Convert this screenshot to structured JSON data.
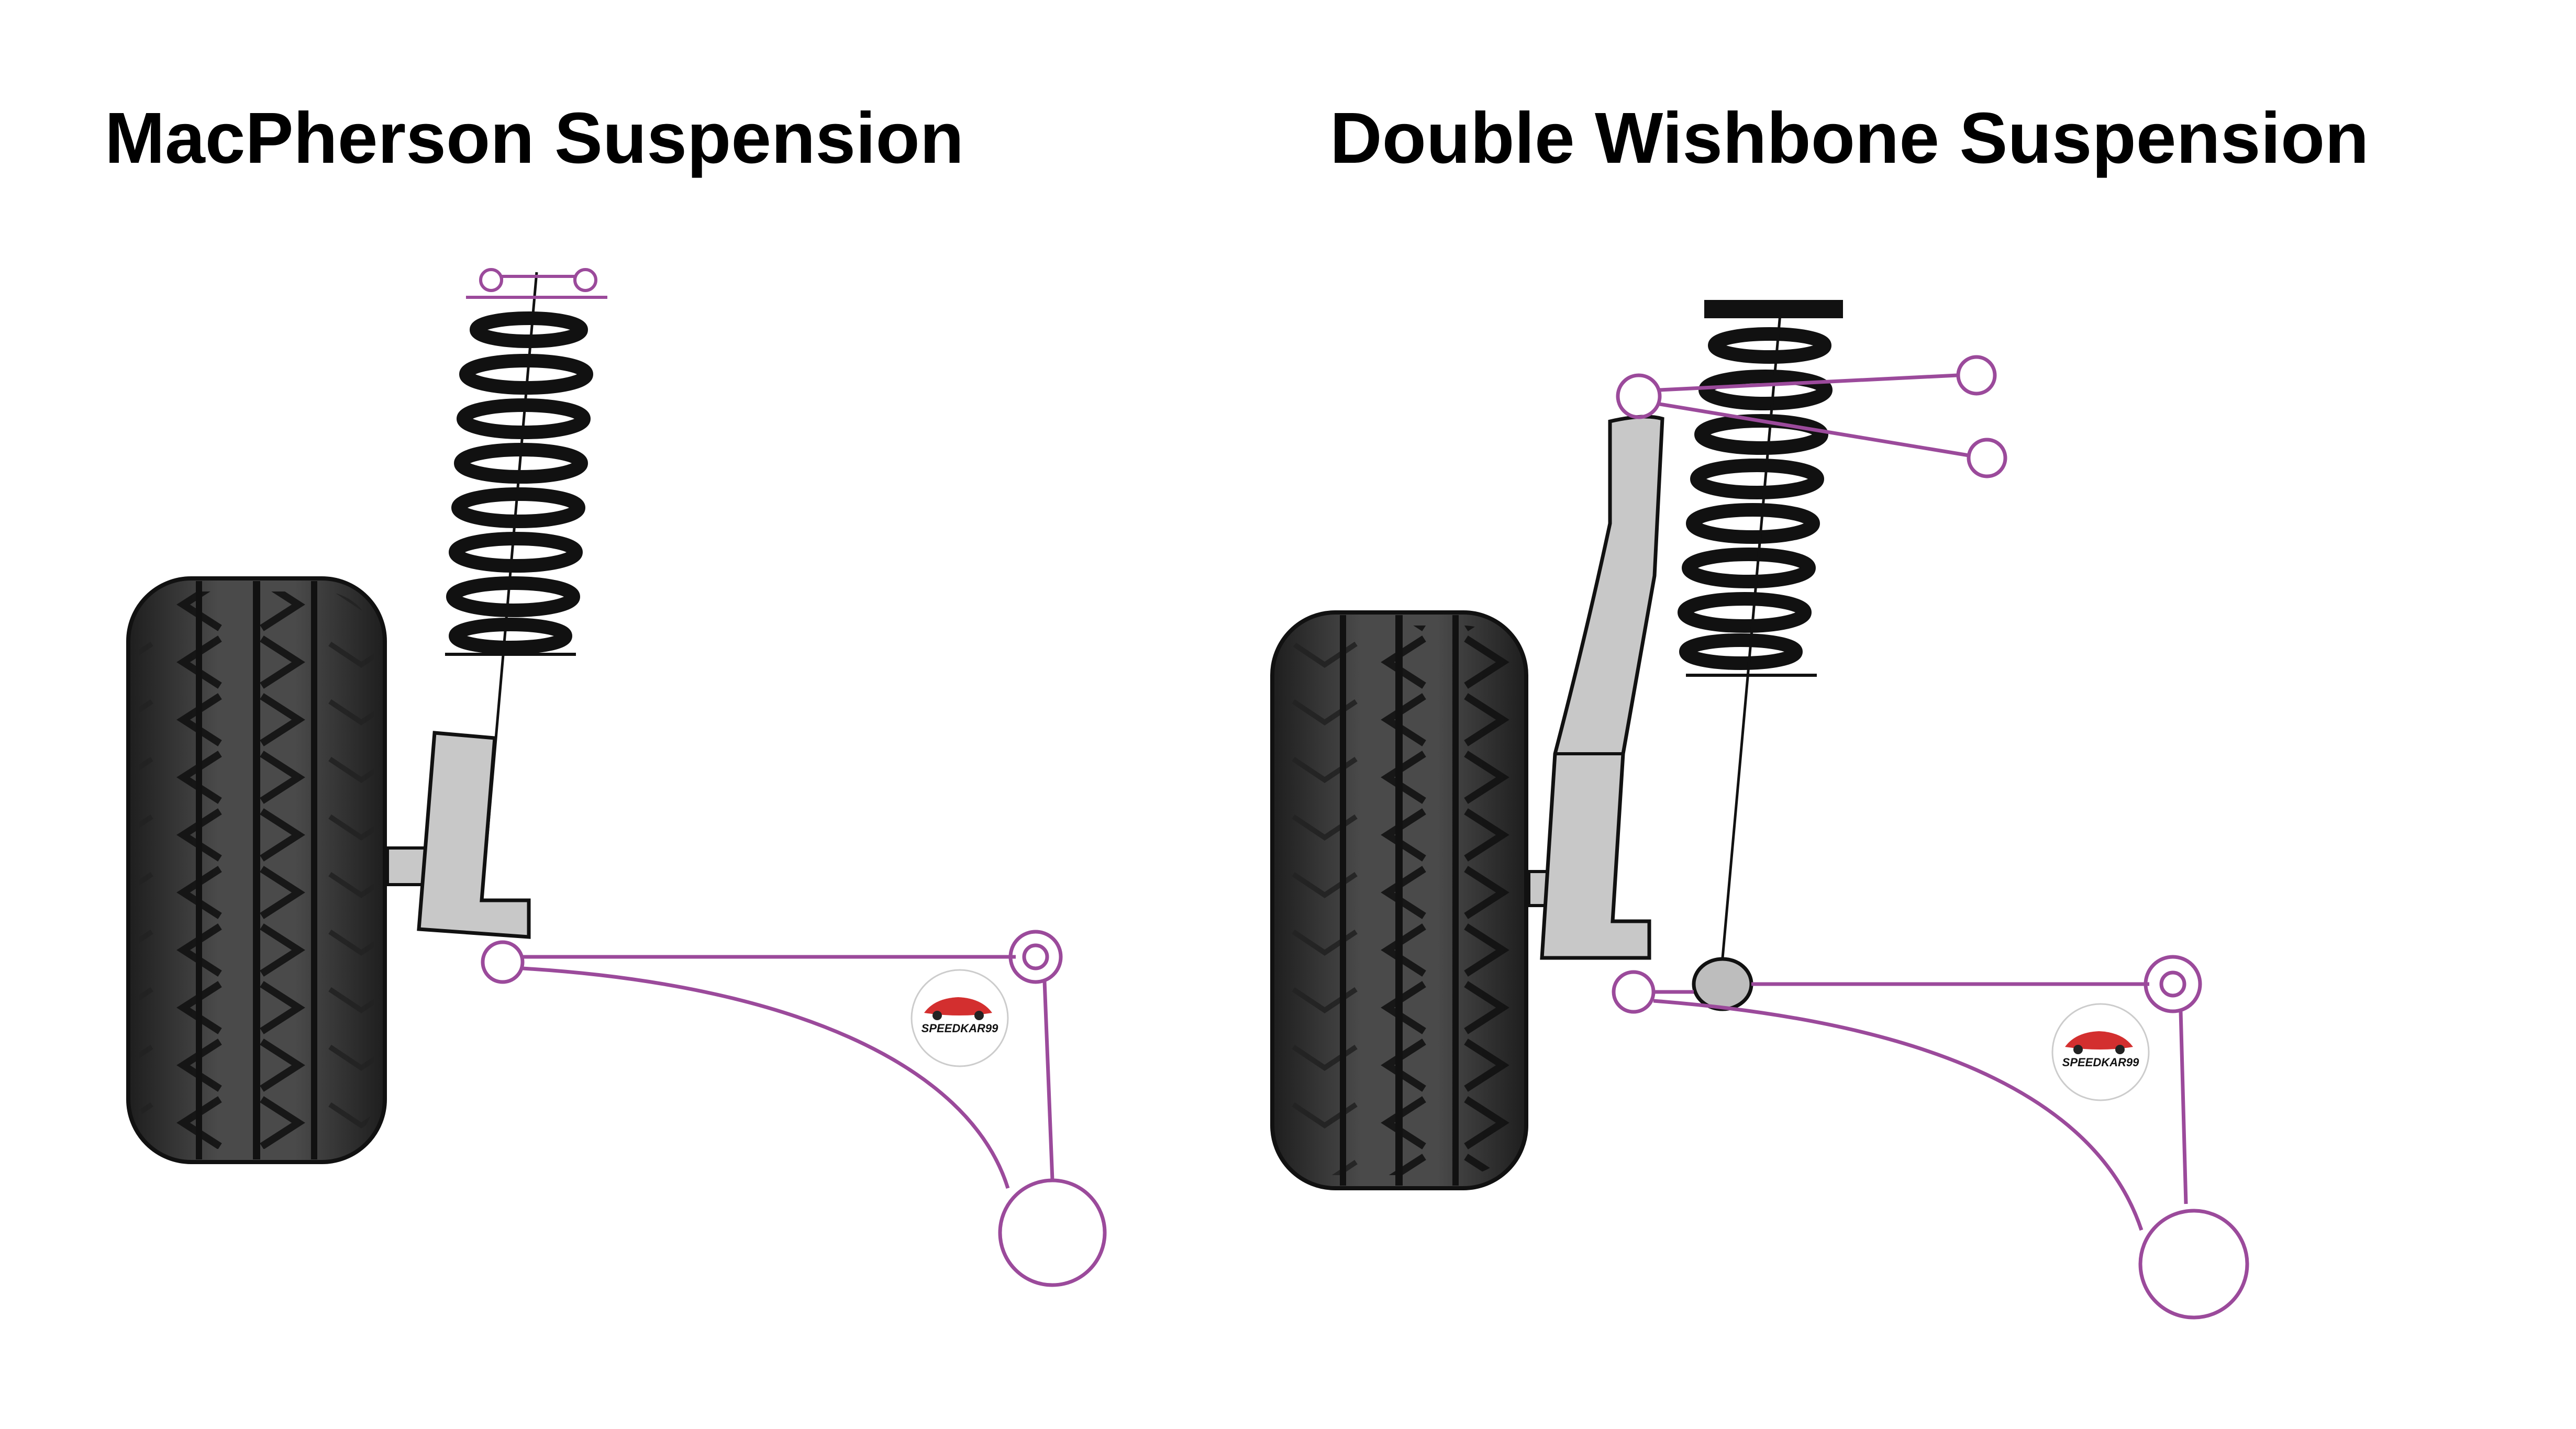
{
  "titles": {
    "left": "MacPherson Suspension",
    "right": "Double Wishbone Suspension"
  },
  "logo": {
    "text": "SPEEDKAR99",
    "color": "#d32f2f"
  },
  "colors": {
    "linkage": "#9b4a9b",
    "spring": "#111111",
    "upright": "#c8c8c8",
    "tire": "#2a2a2a"
  }
}
